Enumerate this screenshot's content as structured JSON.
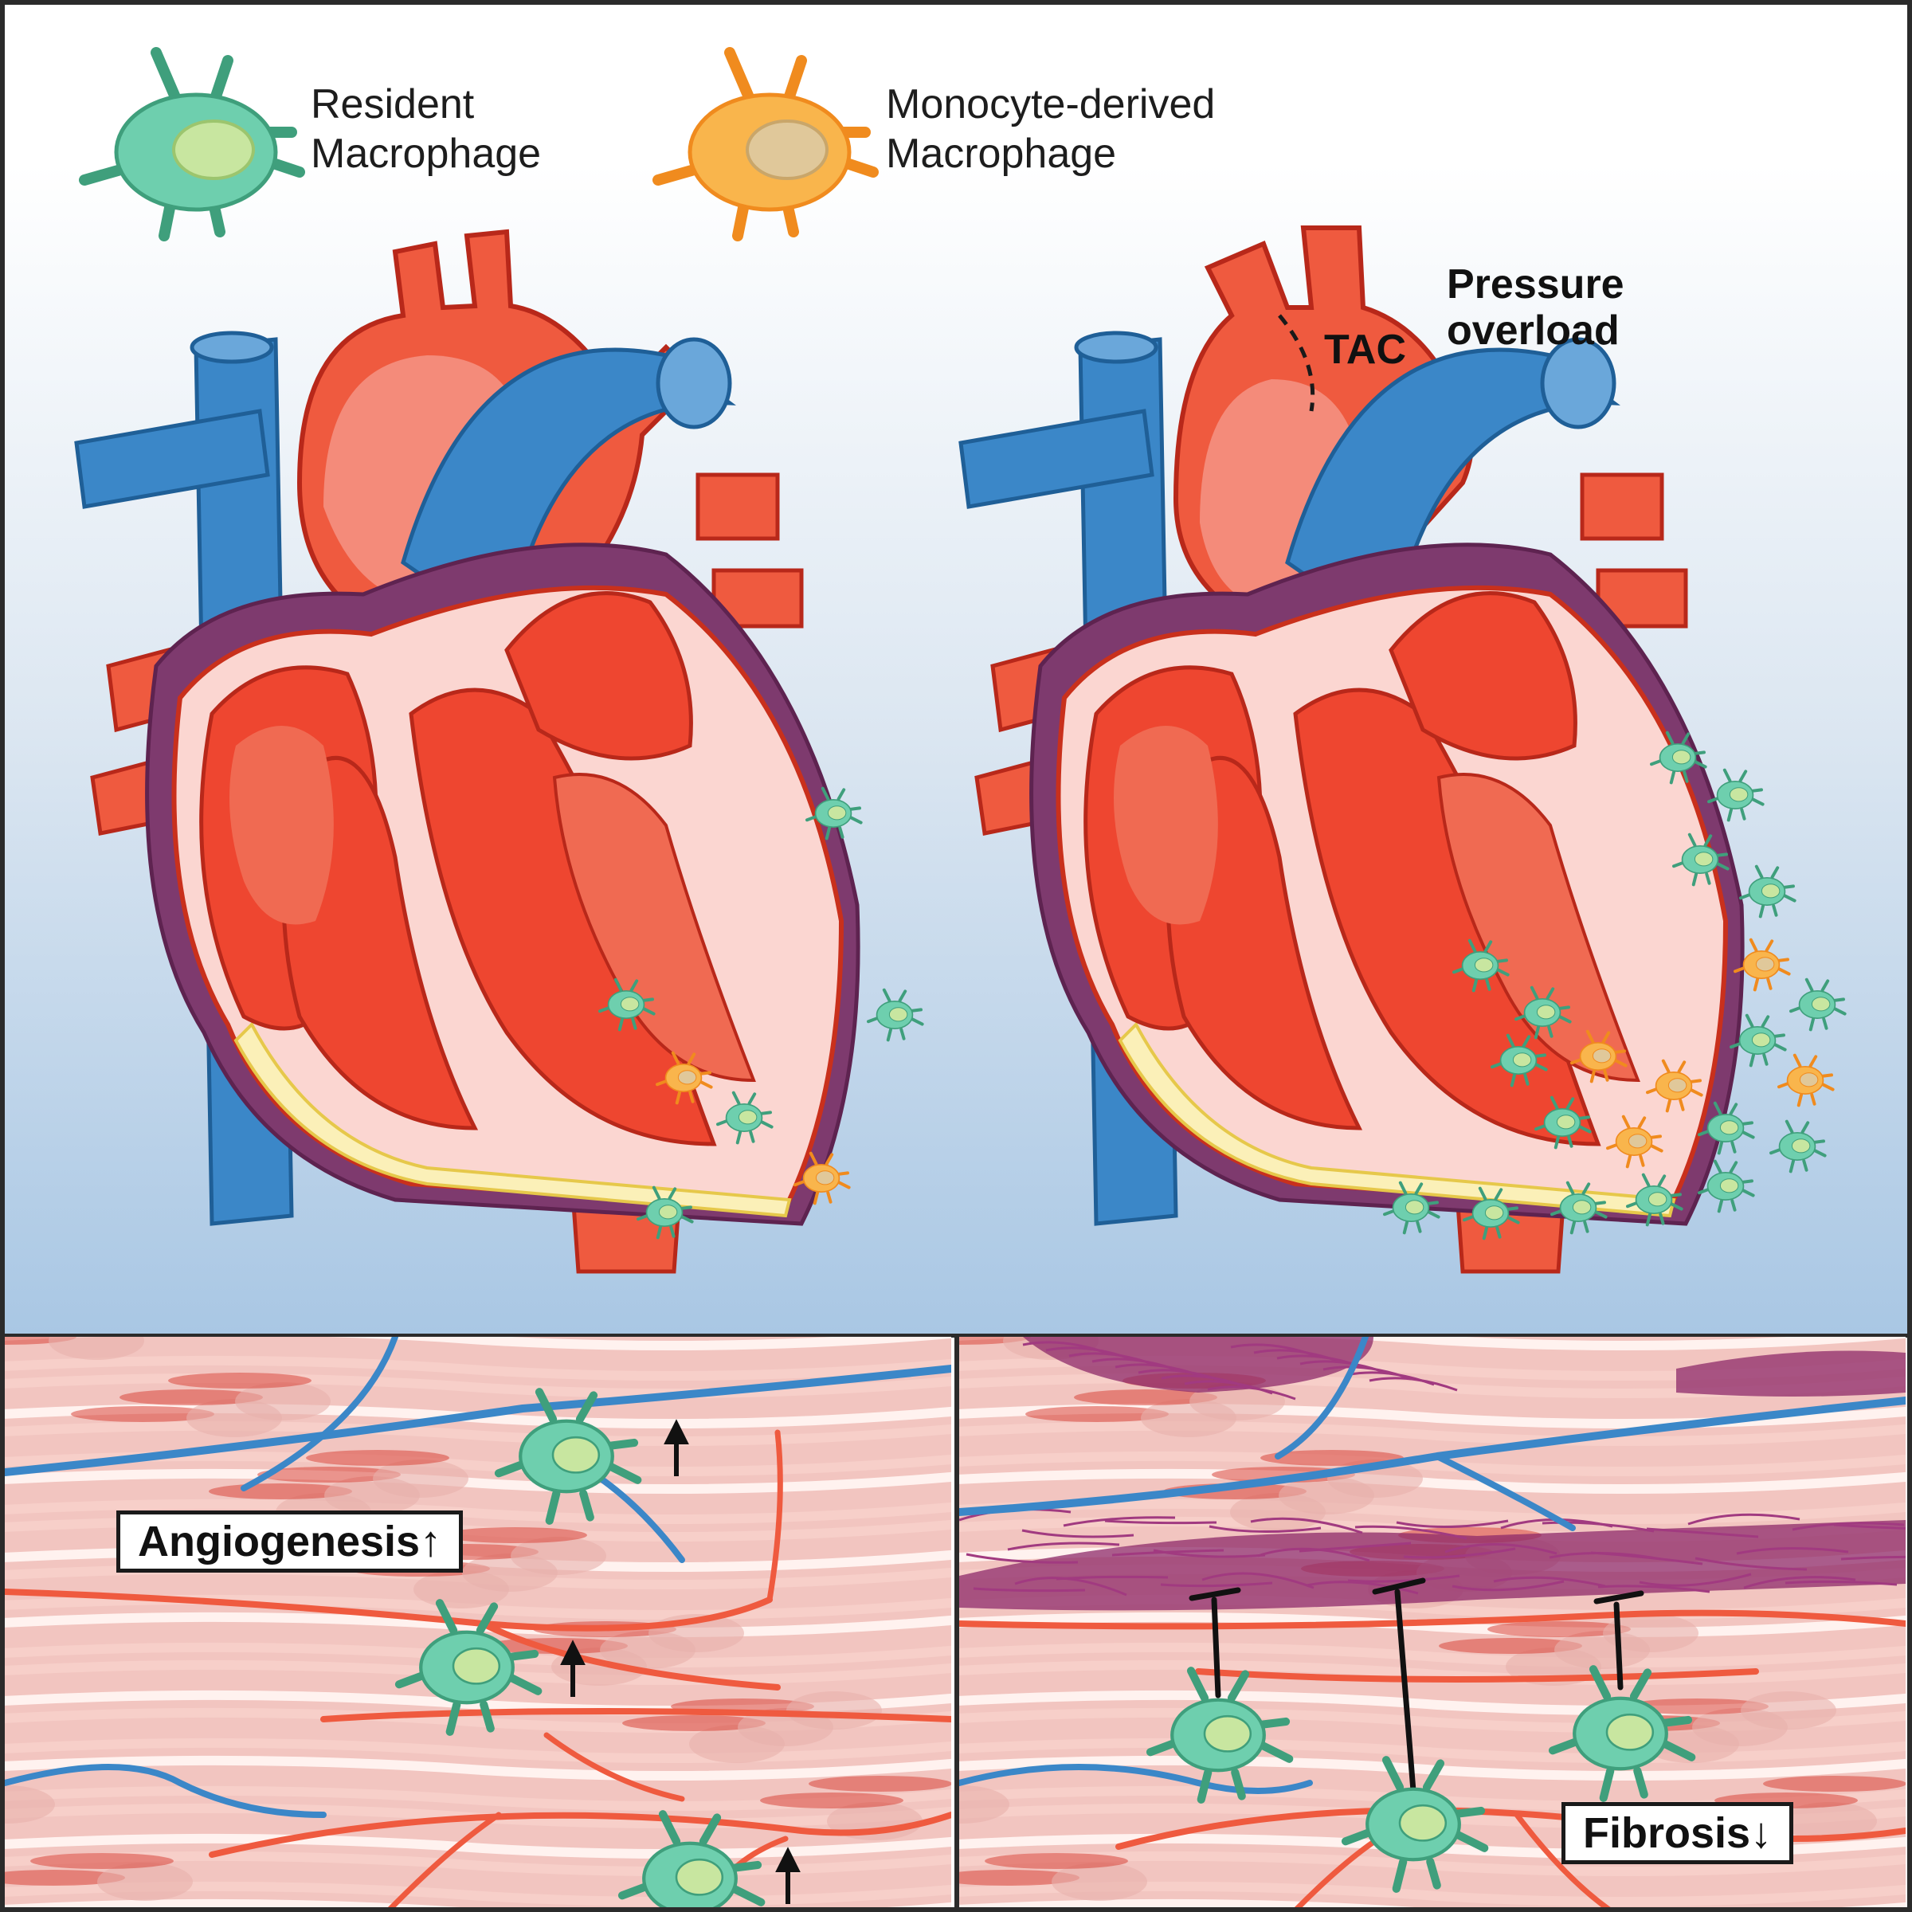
{
  "legend": {
    "resident": {
      "line1": "Resident",
      "line2": "Macrophage",
      "color": "#5fbf9c"
    },
    "monocyte": {
      "line1": "Monocyte-derived",
      "line2": "Macrophage",
      "color": "#f7a83a"
    }
  },
  "right_heart": {
    "tac_label": "TAC",
    "pressure_line1": "Pressure",
    "pressure_line2": "overload"
  },
  "bottom_left": {
    "label": "Angiogenesis↑"
  },
  "bottom_right": {
    "label": "Fibrosis↓"
  },
  "colors": {
    "artery": "#ef5a3f",
    "artery_light": "#f48b7a",
    "vein": "#3b87c8",
    "myocardium": "#ee4630",
    "tissue_bg": "#fbd6d1",
    "fibrosis": "#8d2a6a"
  }
}
